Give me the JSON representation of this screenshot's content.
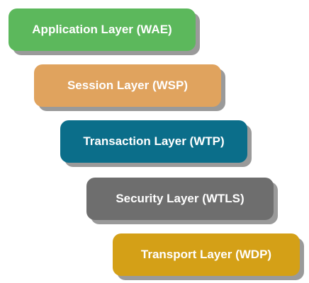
{
  "layers": [
    {
      "label": "Application Layer (WAE)",
      "color": "#5cb85c"
    },
    {
      "label": "Session Layer (WSP)",
      "color": "#e0a35e"
    },
    {
      "label": "Transaction Layer (WTP)",
      "color": "#0b6e8a"
    },
    {
      "label": "Security Layer (WTLS)",
      "color": "#6e6e6e"
    },
    {
      "label": "Transport Layer (WDP)",
      "color": "#d4a017"
    }
  ]
}
